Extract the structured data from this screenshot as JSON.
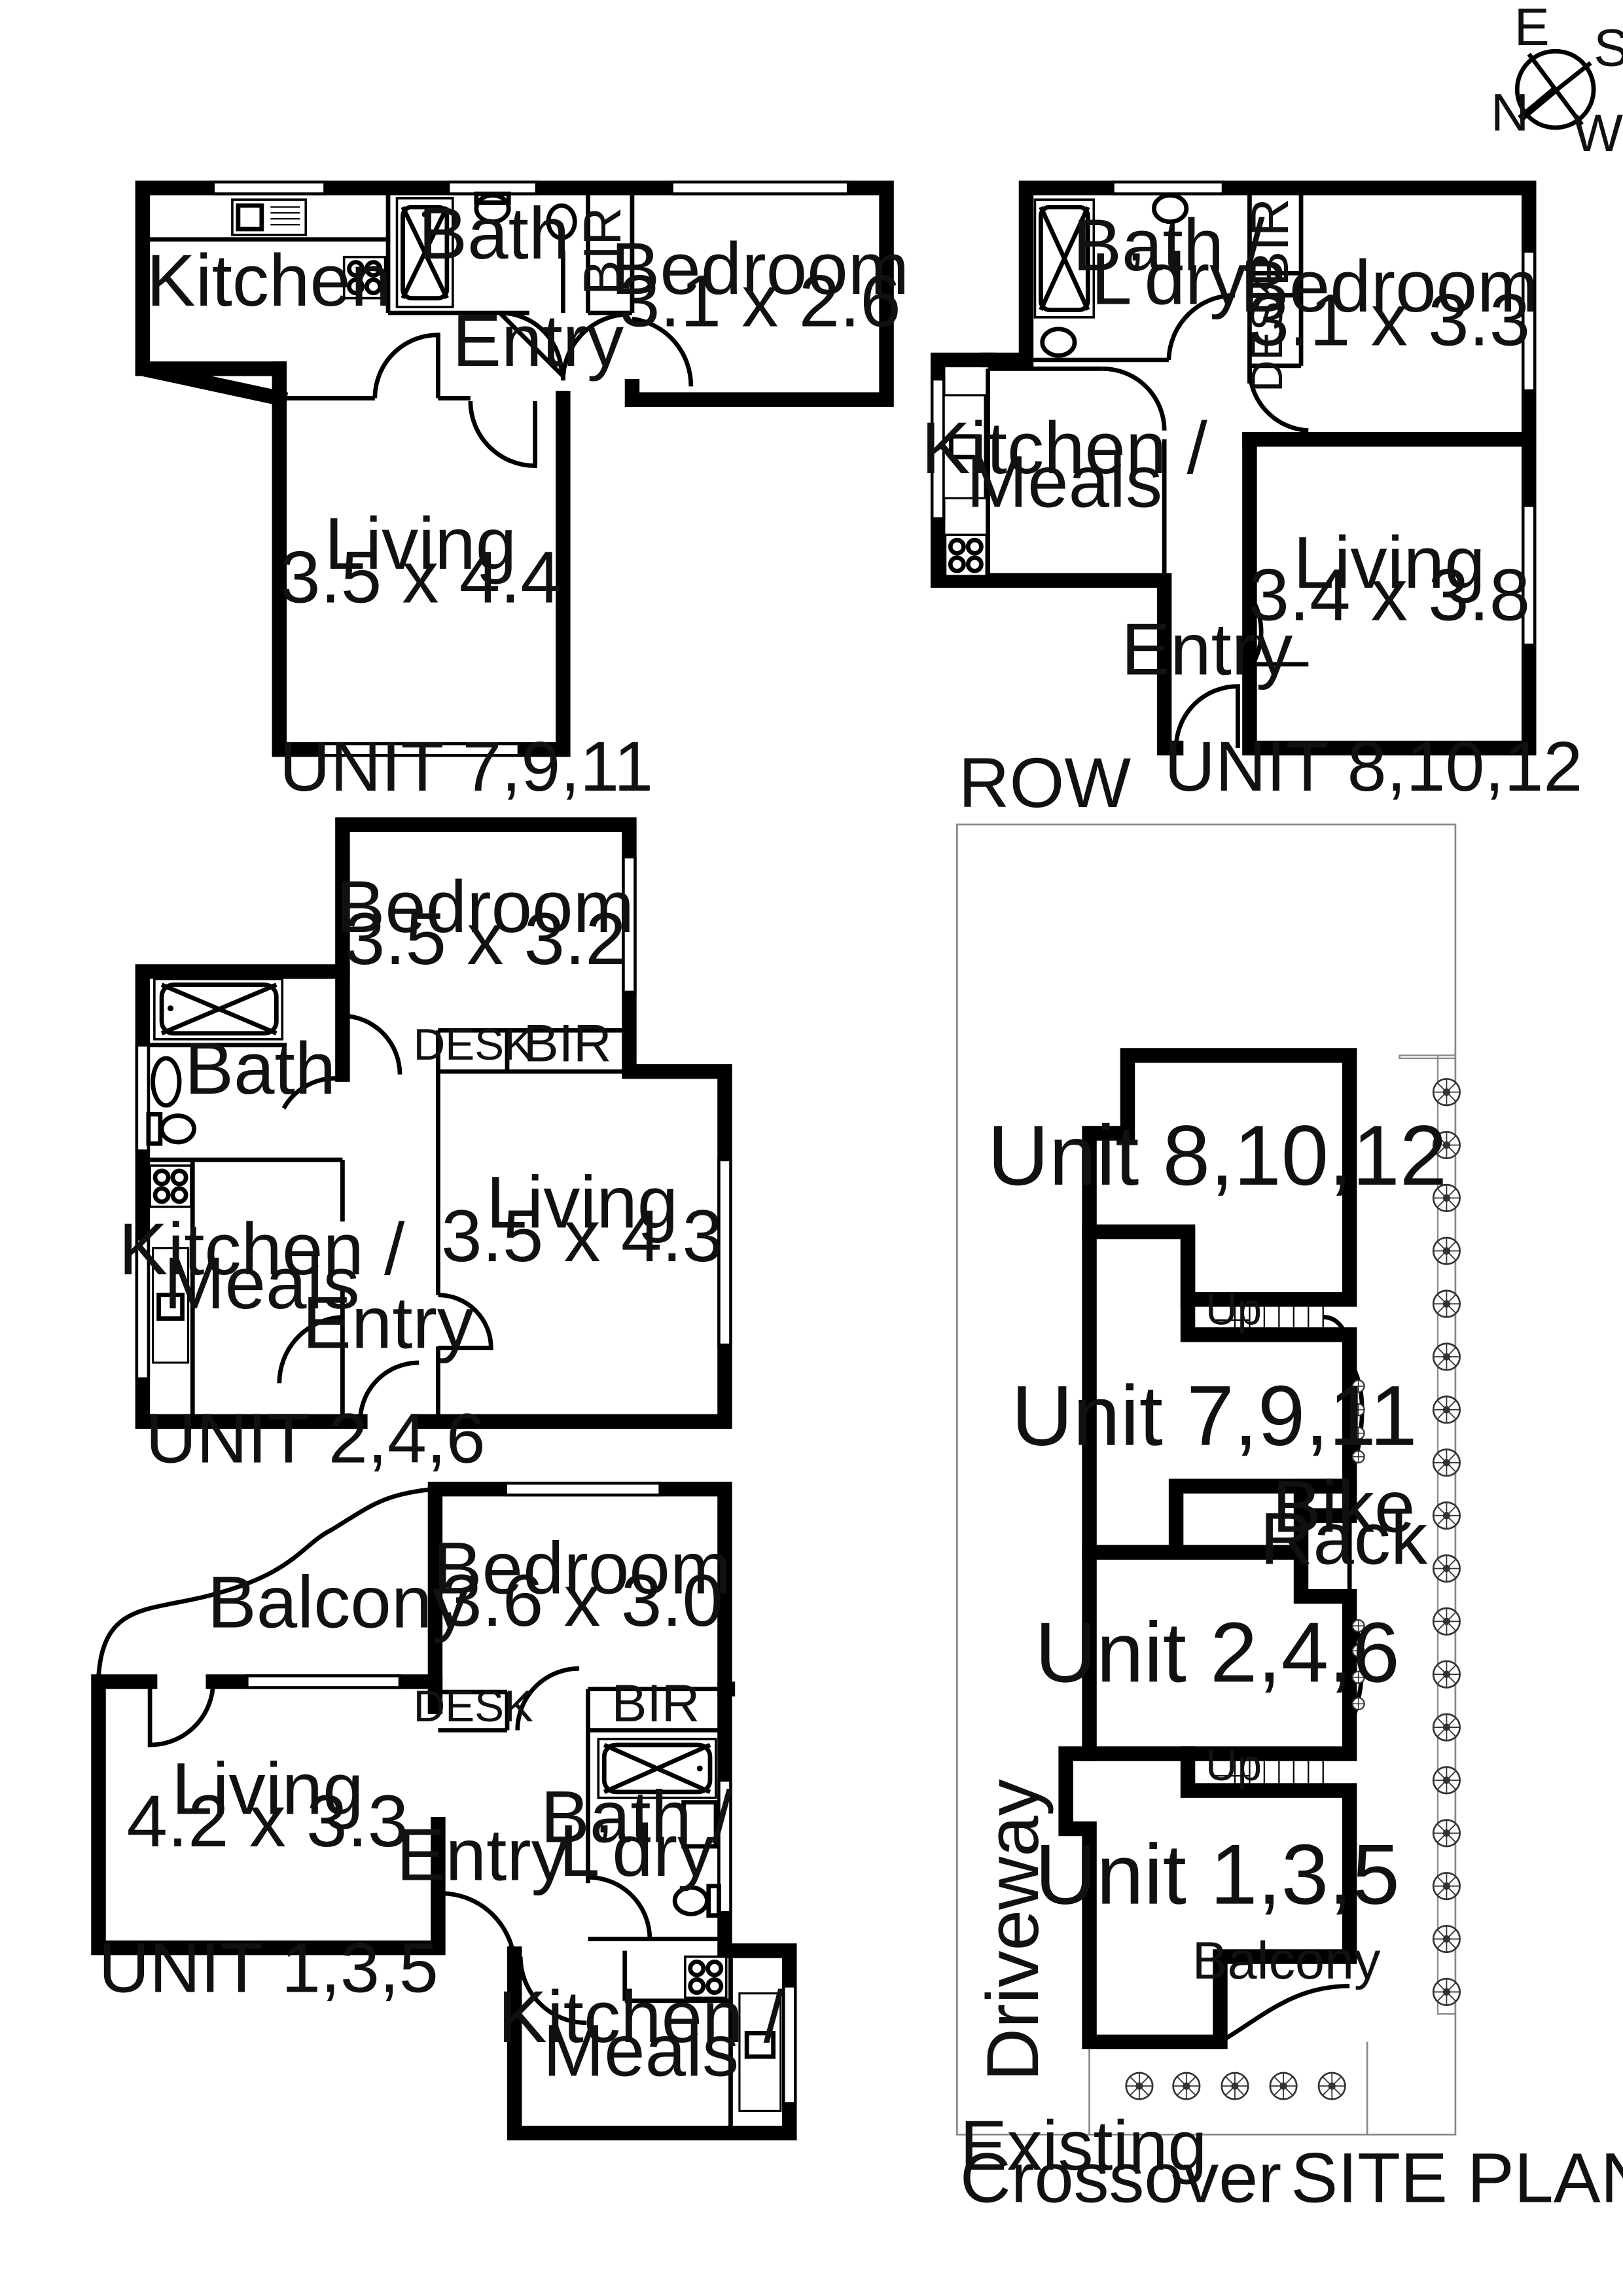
{
  "compass": {
    "n": "N",
    "e": "E",
    "s": "S",
    "w": "W"
  },
  "unit_7_9_11": {
    "caption": "UNIT 7,9,11",
    "kitchen": "Kitchen",
    "bath": "Bath",
    "bir": "BIR",
    "bedroom": "Bedroom",
    "bedroom_size": "3.1 x 2.6",
    "entry": "Entry",
    "living": "Living",
    "living_size": "3.5 x 4.4"
  },
  "unit_8_10_12": {
    "caption": "UNIT 8,10,12",
    "bath_l1": "Bath /",
    "bath_l2": "L’dry",
    "bir": "BIR",
    "desk": "DESK",
    "bedroom": "Bedroom",
    "bedroom_size": "3.1 x 3.3",
    "kitchen_l1": "Kitchen /",
    "kitchen_l2": "Meals",
    "living": "Living",
    "living_size": "3.4 x 3.8",
    "entry": "Entry"
  },
  "unit_2_4_6": {
    "caption": "UNIT 2,4,6",
    "bedroom": "Bedroom",
    "bedroom_size": "3.5 x 3.2",
    "desk": "DESK",
    "bir": "BIR",
    "bath": "Bath",
    "living": "Living",
    "living_size": "3.5 x 4.3",
    "kitchen_l1": "Kitchen /",
    "kitchen_l2": "Meals",
    "entry": "Entry"
  },
  "unit_1_3_5": {
    "caption": "UNIT 1,3,5",
    "balcony": "Balcony",
    "bedroom": "Bedroom",
    "bedroom_size": "3.6 x 3.0",
    "desk": "DESK",
    "bir": "BIR",
    "living": "Living",
    "living_size": "4.2 x 3.3",
    "bath_l1": "Bath /",
    "bath_l2": "L’dry",
    "entry": "Entry",
    "kitchen_l1": "Kitchen /",
    "kitchen_l2": "Meals"
  },
  "site_plan": {
    "caption": "SITE PLAN",
    "row": "ROW",
    "driveway": "Driveway",
    "crossover_l1": "Existing",
    "crossover_l2": "Crossover",
    "unit_a": "Unit 8,10,12",
    "unit_b": "Unit 7,9,11",
    "unit_c": "Unit 2,4,6",
    "unit_d": "Unit 1,3,5",
    "up": "Up",
    "bike_l1": "Bike",
    "bike_l2": "Rack",
    "balcony": "Balcony"
  }
}
